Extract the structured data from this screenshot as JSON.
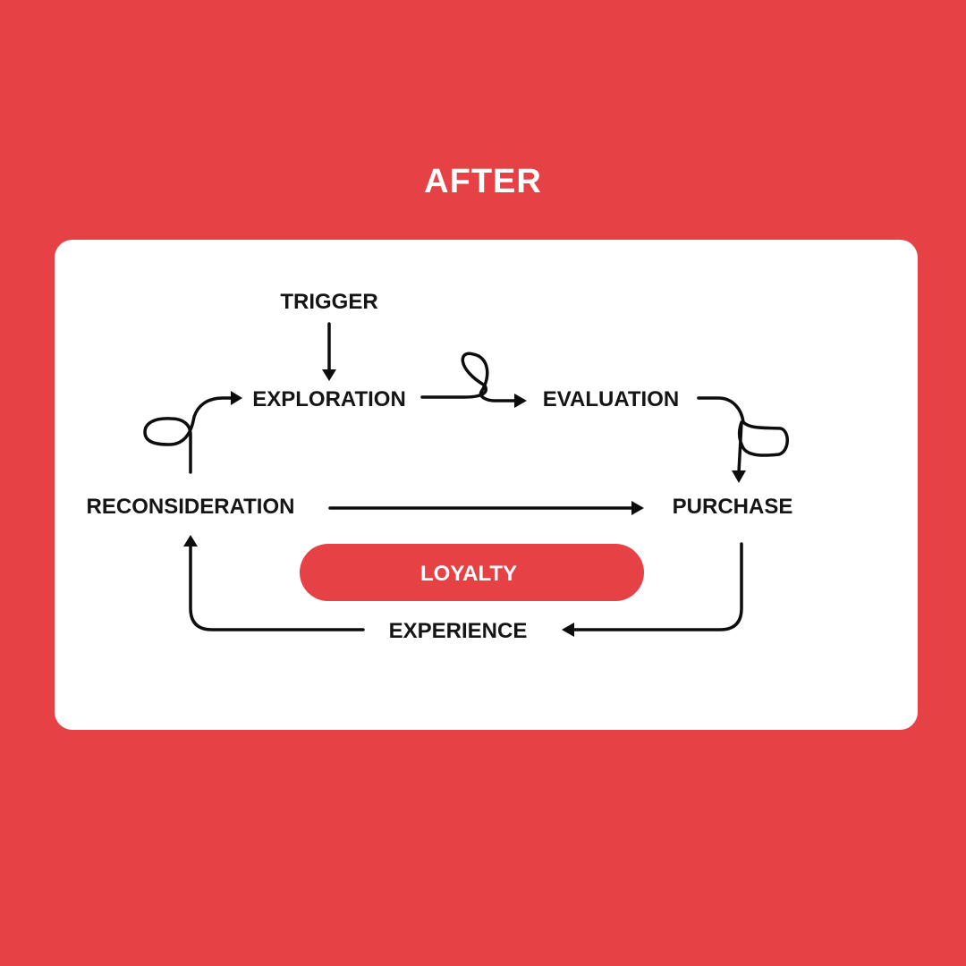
{
  "title": "AFTER",
  "diagram": {
    "nodes": {
      "trigger": "TRIGGER",
      "exploration": "EXPLORATION",
      "evaluation": "EVALUATION",
      "purchase": "PURCHASE",
      "experience": "EXPERIENCE",
      "reconsideration": "RECONSIDERATION",
      "loyalty": "LOYALTY"
    },
    "edges": [
      {
        "from": "TRIGGER",
        "to": "EXPLORATION",
        "style": "straight"
      },
      {
        "from": "EXPLORATION",
        "to": "EVALUATION",
        "style": "loop"
      },
      {
        "from": "EVALUATION",
        "to": "PURCHASE",
        "style": "loop"
      },
      {
        "from": "PURCHASE",
        "to": "EXPERIENCE",
        "style": "curved"
      },
      {
        "from": "EXPERIENCE",
        "to": "RECONSIDERATION",
        "style": "curved"
      },
      {
        "from": "RECONSIDERATION",
        "to": "EXPLORATION",
        "style": "loop"
      },
      {
        "from": "RECONSIDERATION",
        "to": "PURCHASE",
        "style": "straight"
      }
    ]
  },
  "colors": {
    "background": "#e64144",
    "card": "#ffffff",
    "accent": "#e64144",
    "text": "#151515"
  }
}
